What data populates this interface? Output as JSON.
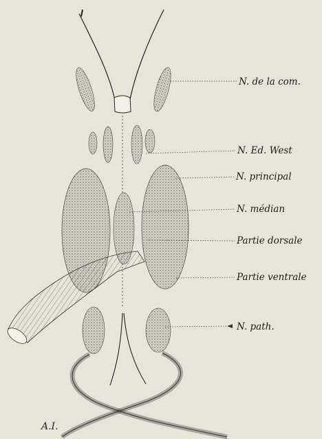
{
  "labels": {
    "commissure": "N. de la com.",
    "edinger_westphal": "N. Ed. West",
    "principal": "N. principal",
    "median": "N. médian",
    "dorsal_part": "Partie dorsale",
    "ventral_part": "Partie ventrale",
    "pathetic": "N. path."
  },
  "signature": "A.I.",
  "colors": {
    "paper": "#e8e4d9",
    "ink": "#1c1c1c",
    "stipple": "#8a8a82"
  }
}
